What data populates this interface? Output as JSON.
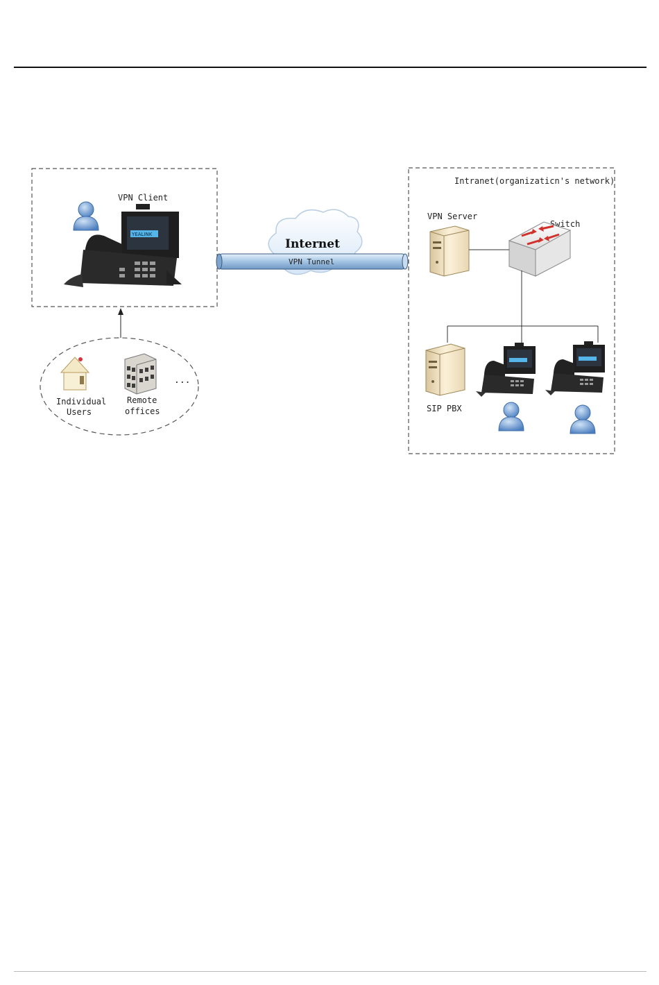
{
  "diagram": {
    "vpn_client_label": "VPN Client",
    "intranet_label": "Intranet(organizaticn's network)",
    "internet_label": "Internet",
    "tunnel_label": "VPN Tunnel",
    "vpn_server_label": "VPN Server",
    "switch_label": "Switch",
    "sip_pbx_label": "SIP PBX",
    "individual_users_line1": "Individual",
    "individual_users_line2": "Users",
    "remote_offices_line1": "Remote",
    "remote_offices_line2": "offices",
    "ellipsis": "...",
    "phone_screen_text": "YEALINK"
  }
}
